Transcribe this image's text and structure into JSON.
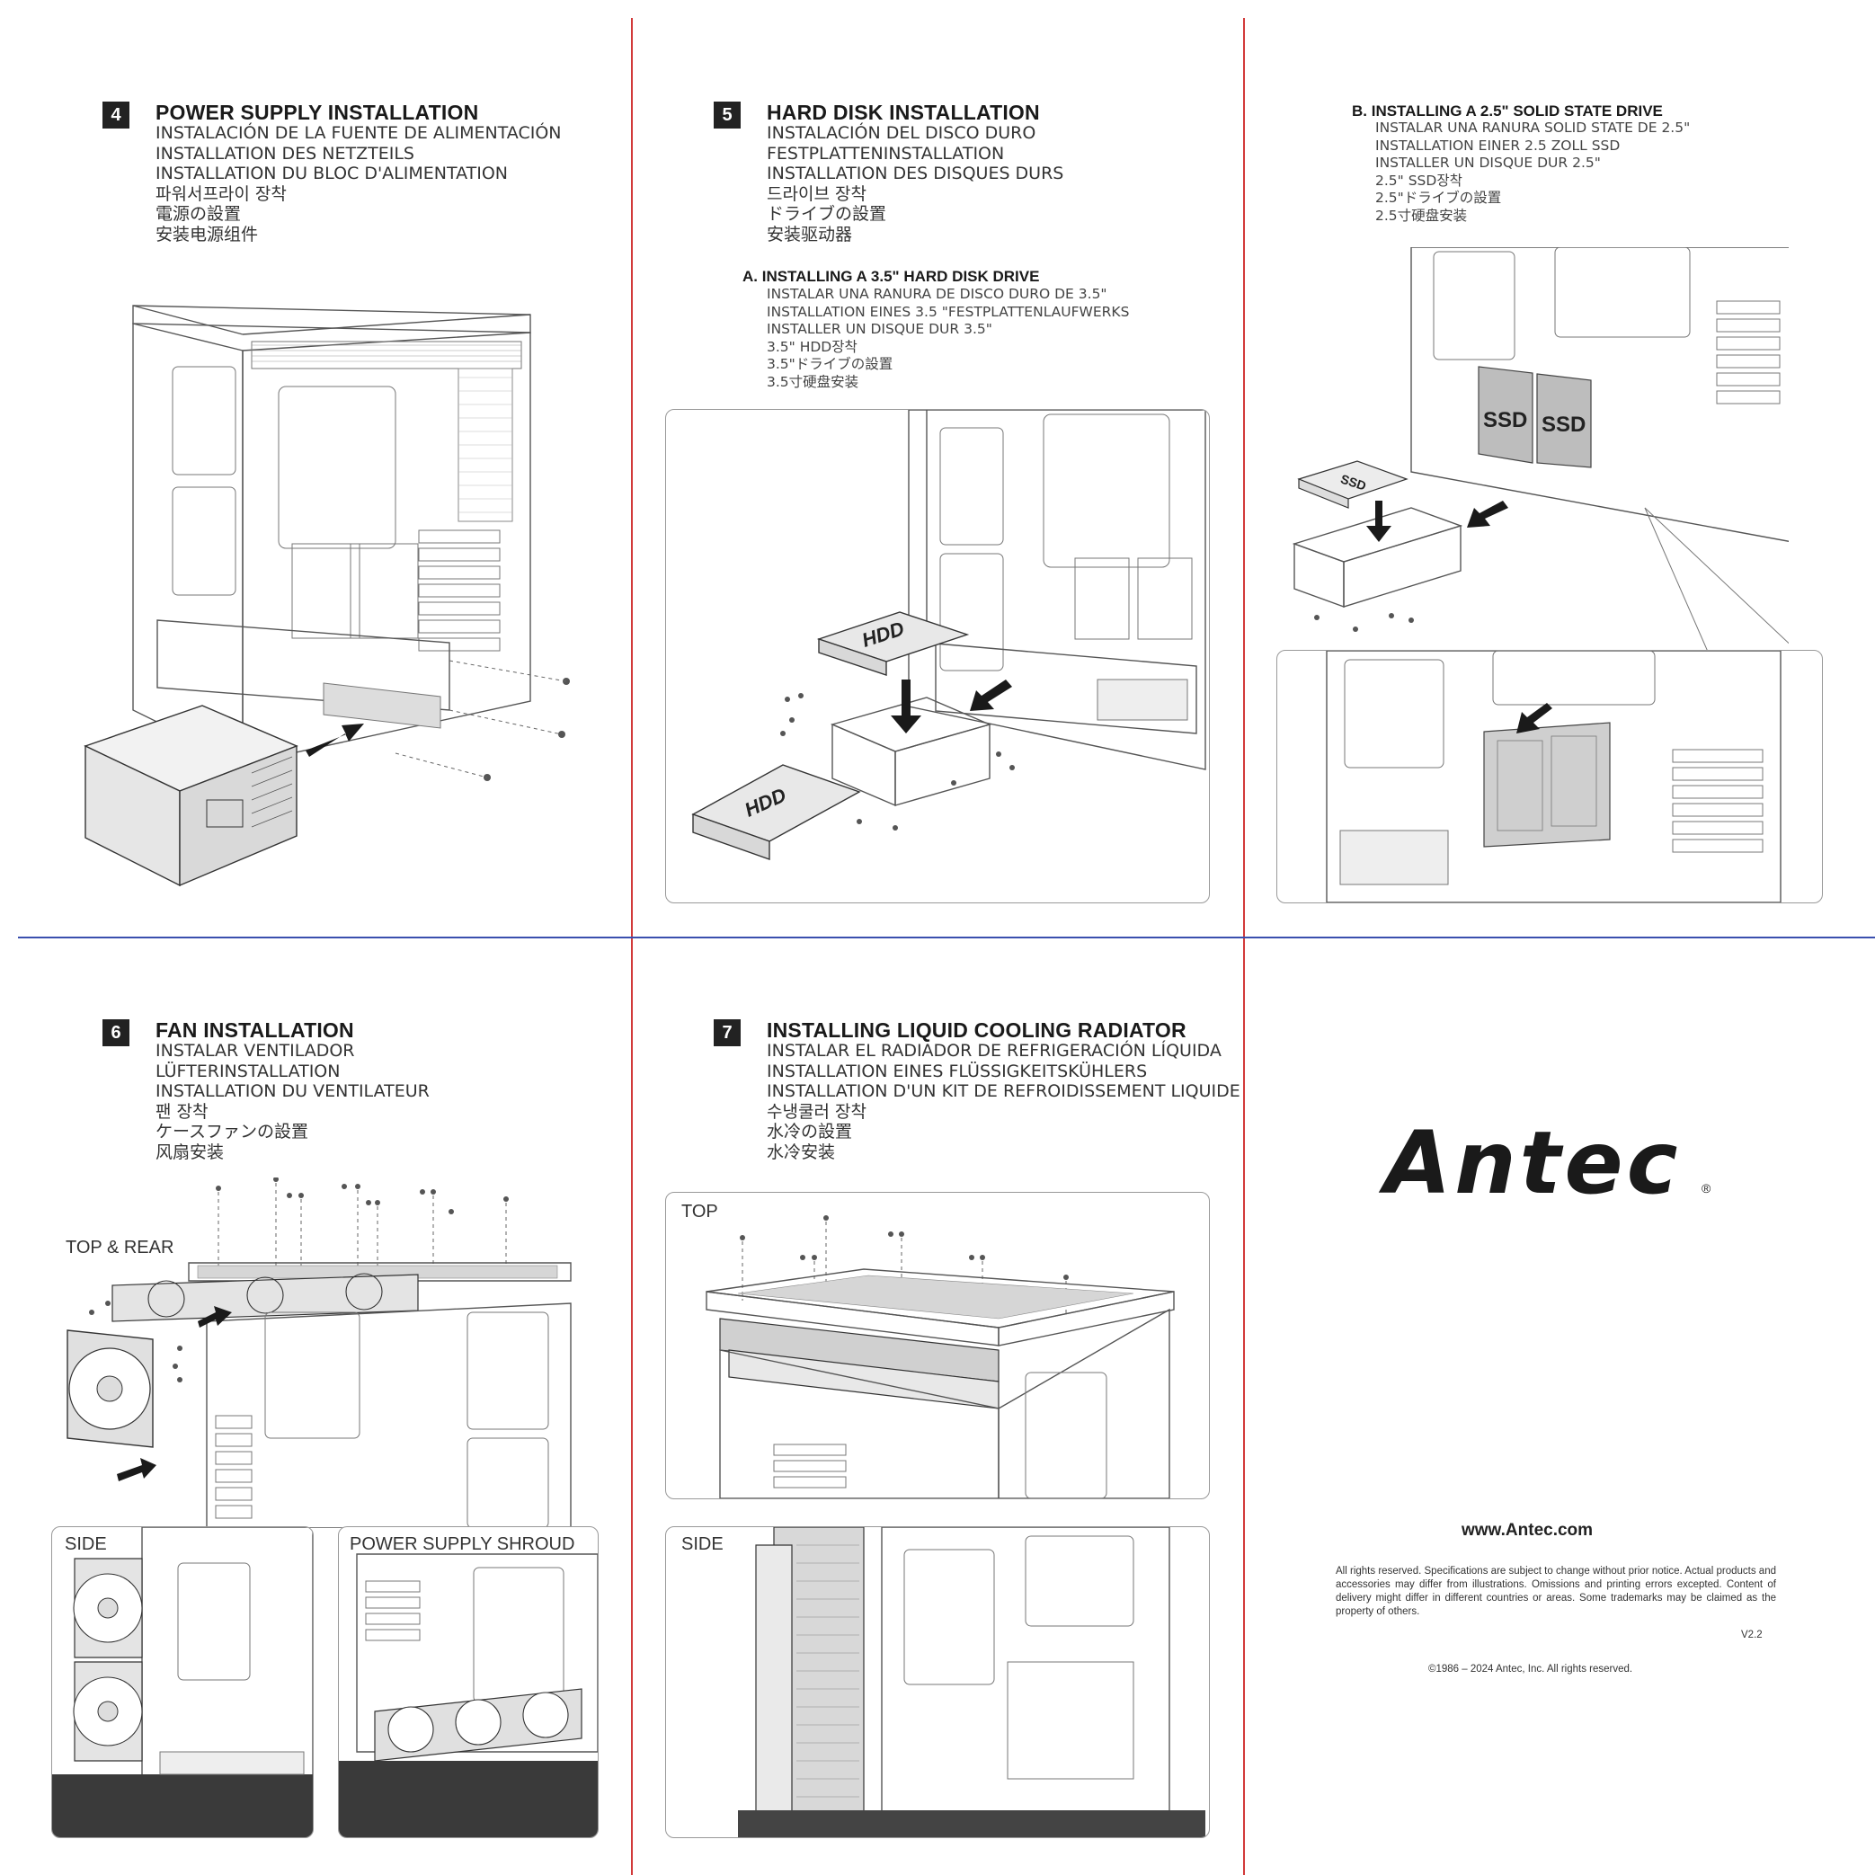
{
  "s4": {
    "num": "4",
    "title": "POWER SUPPLY INSTALLATION",
    "subs": [
      "INSTALACIÓN DE LA FUENTE DE ALIMENTACIÓN",
      "INSTALLATION DES NETZTEILS",
      "INSTALLATION DU BLOC D'ALIMENTATION",
      "파워서프라이 장착",
      "電源の設置",
      "安装电源组件"
    ]
  },
  "s5": {
    "num": "5",
    "title": "HARD DISK INSTALLATION",
    "subs": [
      "INSTALACIÓN DEL DISCO DURO",
      "FESTPLATTENINSTALLATION",
      "INSTALLATION DES DISQUES DURS",
      "드라이브 장착",
      "ドライブの設置",
      "安装驱动器"
    ],
    "a_title": "A.  INSTALLING A 3.5\"  HARD DISK DRIVE",
    "a_subs": [
      "INSTALAR UNA RANURA DE DISCO DURO DE 3.5\"",
      "INSTALLATION EINES 3.5 \"FESTPLATTENLAUFWERKS",
      "INSTALLER UN DISQUE DUR 3.5\"",
      "3.5\" HDD장착",
      "3.5\"ドライブの設置",
      "3.5寸硬盘安装"
    ],
    "hdd_label": "HDD",
    "hdd_label2": "HDD"
  },
  "s5b": {
    "b_title": "B.  INSTALLING A 2.5\"  SOLID STATE DRIVE",
    "b_subs": [
      "INSTALAR UNA RANURA SOLID STATE DE 2.5\"",
      "INSTALLATION EINER 2.5 ZOLL SSD",
      "INSTALLER UN DISQUE DUR 2.5\"",
      "2.5\" SSD장착",
      "2.5\"ドライブの設置",
      "2.5寸硬盘安装"
    ],
    "ssd_label1": "SSD",
    "ssd_label2": "SSD",
    "ssd_label3": "SSD"
  },
  "s6": {
    "num": "6",
    "title": "FAN INSTALLATION",
    "subs": [
      "INSTALAR VENTILADOR",
      "LÜFTERINSTALLATION",
      "INSTALLATION DU VENTILATEUR",
      "팬 장착",
      "ケースファンの設置",
      "风扇安装"
    ],
    "label_top_rear": "TOP & REAR",
    "label_side": "SIDE",
    "label_shroud": "POWER SUPPLY SHROUD"
  },
  "s7": {
    "num": "7",
    "title": "INSTALLING LIQUID COOLING RADIATOR",
    "subs": [
      "INSTALAR EL RADIADOR DE REFRIGERACIÓN LÍQUIDA",
      "INSTALLATION EINES FLÜSSIGKEITSKÜHLERS",
      "INSTALLATION D'UN KIT DE REFROIDISSEMENT LIQUIDE",
      "수냉쿨러 장착",
      "水冷の設置",
      "水冷安装"
    ],
    "label_top": "TOP",
    "label_side": "SIDE"
  },
  "brand": {
    "logo": "Antec",
    "registered": "®",
    "website": "www.Antec.com",
    "legal": "All rights reserved. Specifications are subject to change without prior notice. Actual products and accessories may differ from illustrations. Omissions and printing errors excepted. Content of delivery might differ in different countries or areas. Some trademarks may be claimed as the property of others.",
    "version": "V2.2",
    "copyright": "©1986 – 2024 Antec, Inc. All rights reserved."
  }
}
